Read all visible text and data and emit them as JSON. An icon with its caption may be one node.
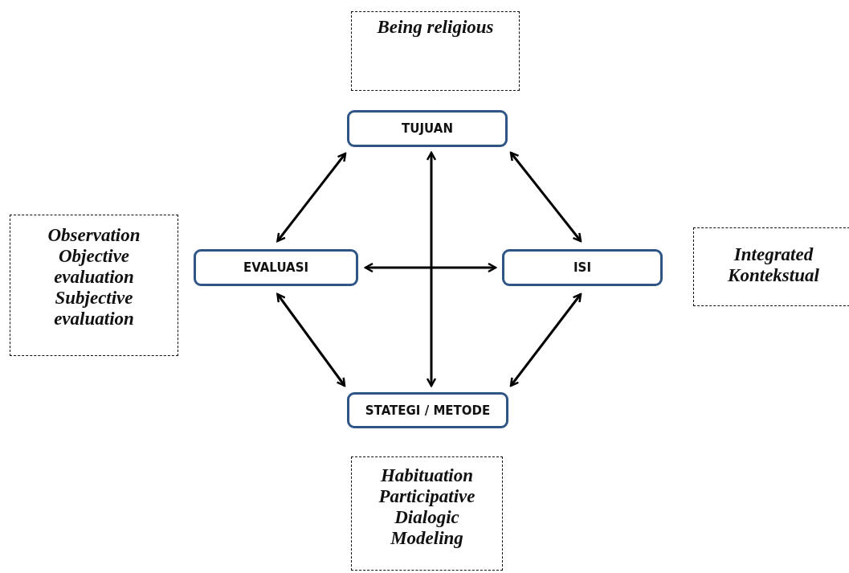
{
  "diagram": {
    "nodes": [
      {
        "text": [
          "Being religious"
        ]
      },
      {
        "text": [
          "TUJUAN"
        ]
      },
      {
        "text": [
          "Observation",
          "Objective evaluation",
          "Subjective evaluation"
        ]
      },
      {
        "text": [
          "EVALUASI"
        ]
      },
      {
        "text": [
          "ISI"
        ]
      },
      {
        "text": [
          "Integrated",
          "Kontekstual"
        ]
      },
      {
        "text": [
          "STATEGI / METODE"
        ]
      },
      {
        "text": [
          "Habituation",
          "Participative",
          "Dialogic",
          "Modeling"
        ]
      }
    ],
    "edges": [
      {
        "from": 1,
        "to": 3,
        "arrow": "both"
      },
      {
        "from": 1,
        "to": 4,
        "arrow": "both"
      },
      {
        "from": 3,
        "to": 4,
        "arrow": "both"
      },
      {
        "from": 1,
        "to": 6,
        "arrow": "both"
      },
      {
        "from": 3,
        "to": 6,
        "arrow": "both"
      },
      {
        "from": 4,
        "to": 6,
        "arrow": "both"
      }
    ]
  }
}
